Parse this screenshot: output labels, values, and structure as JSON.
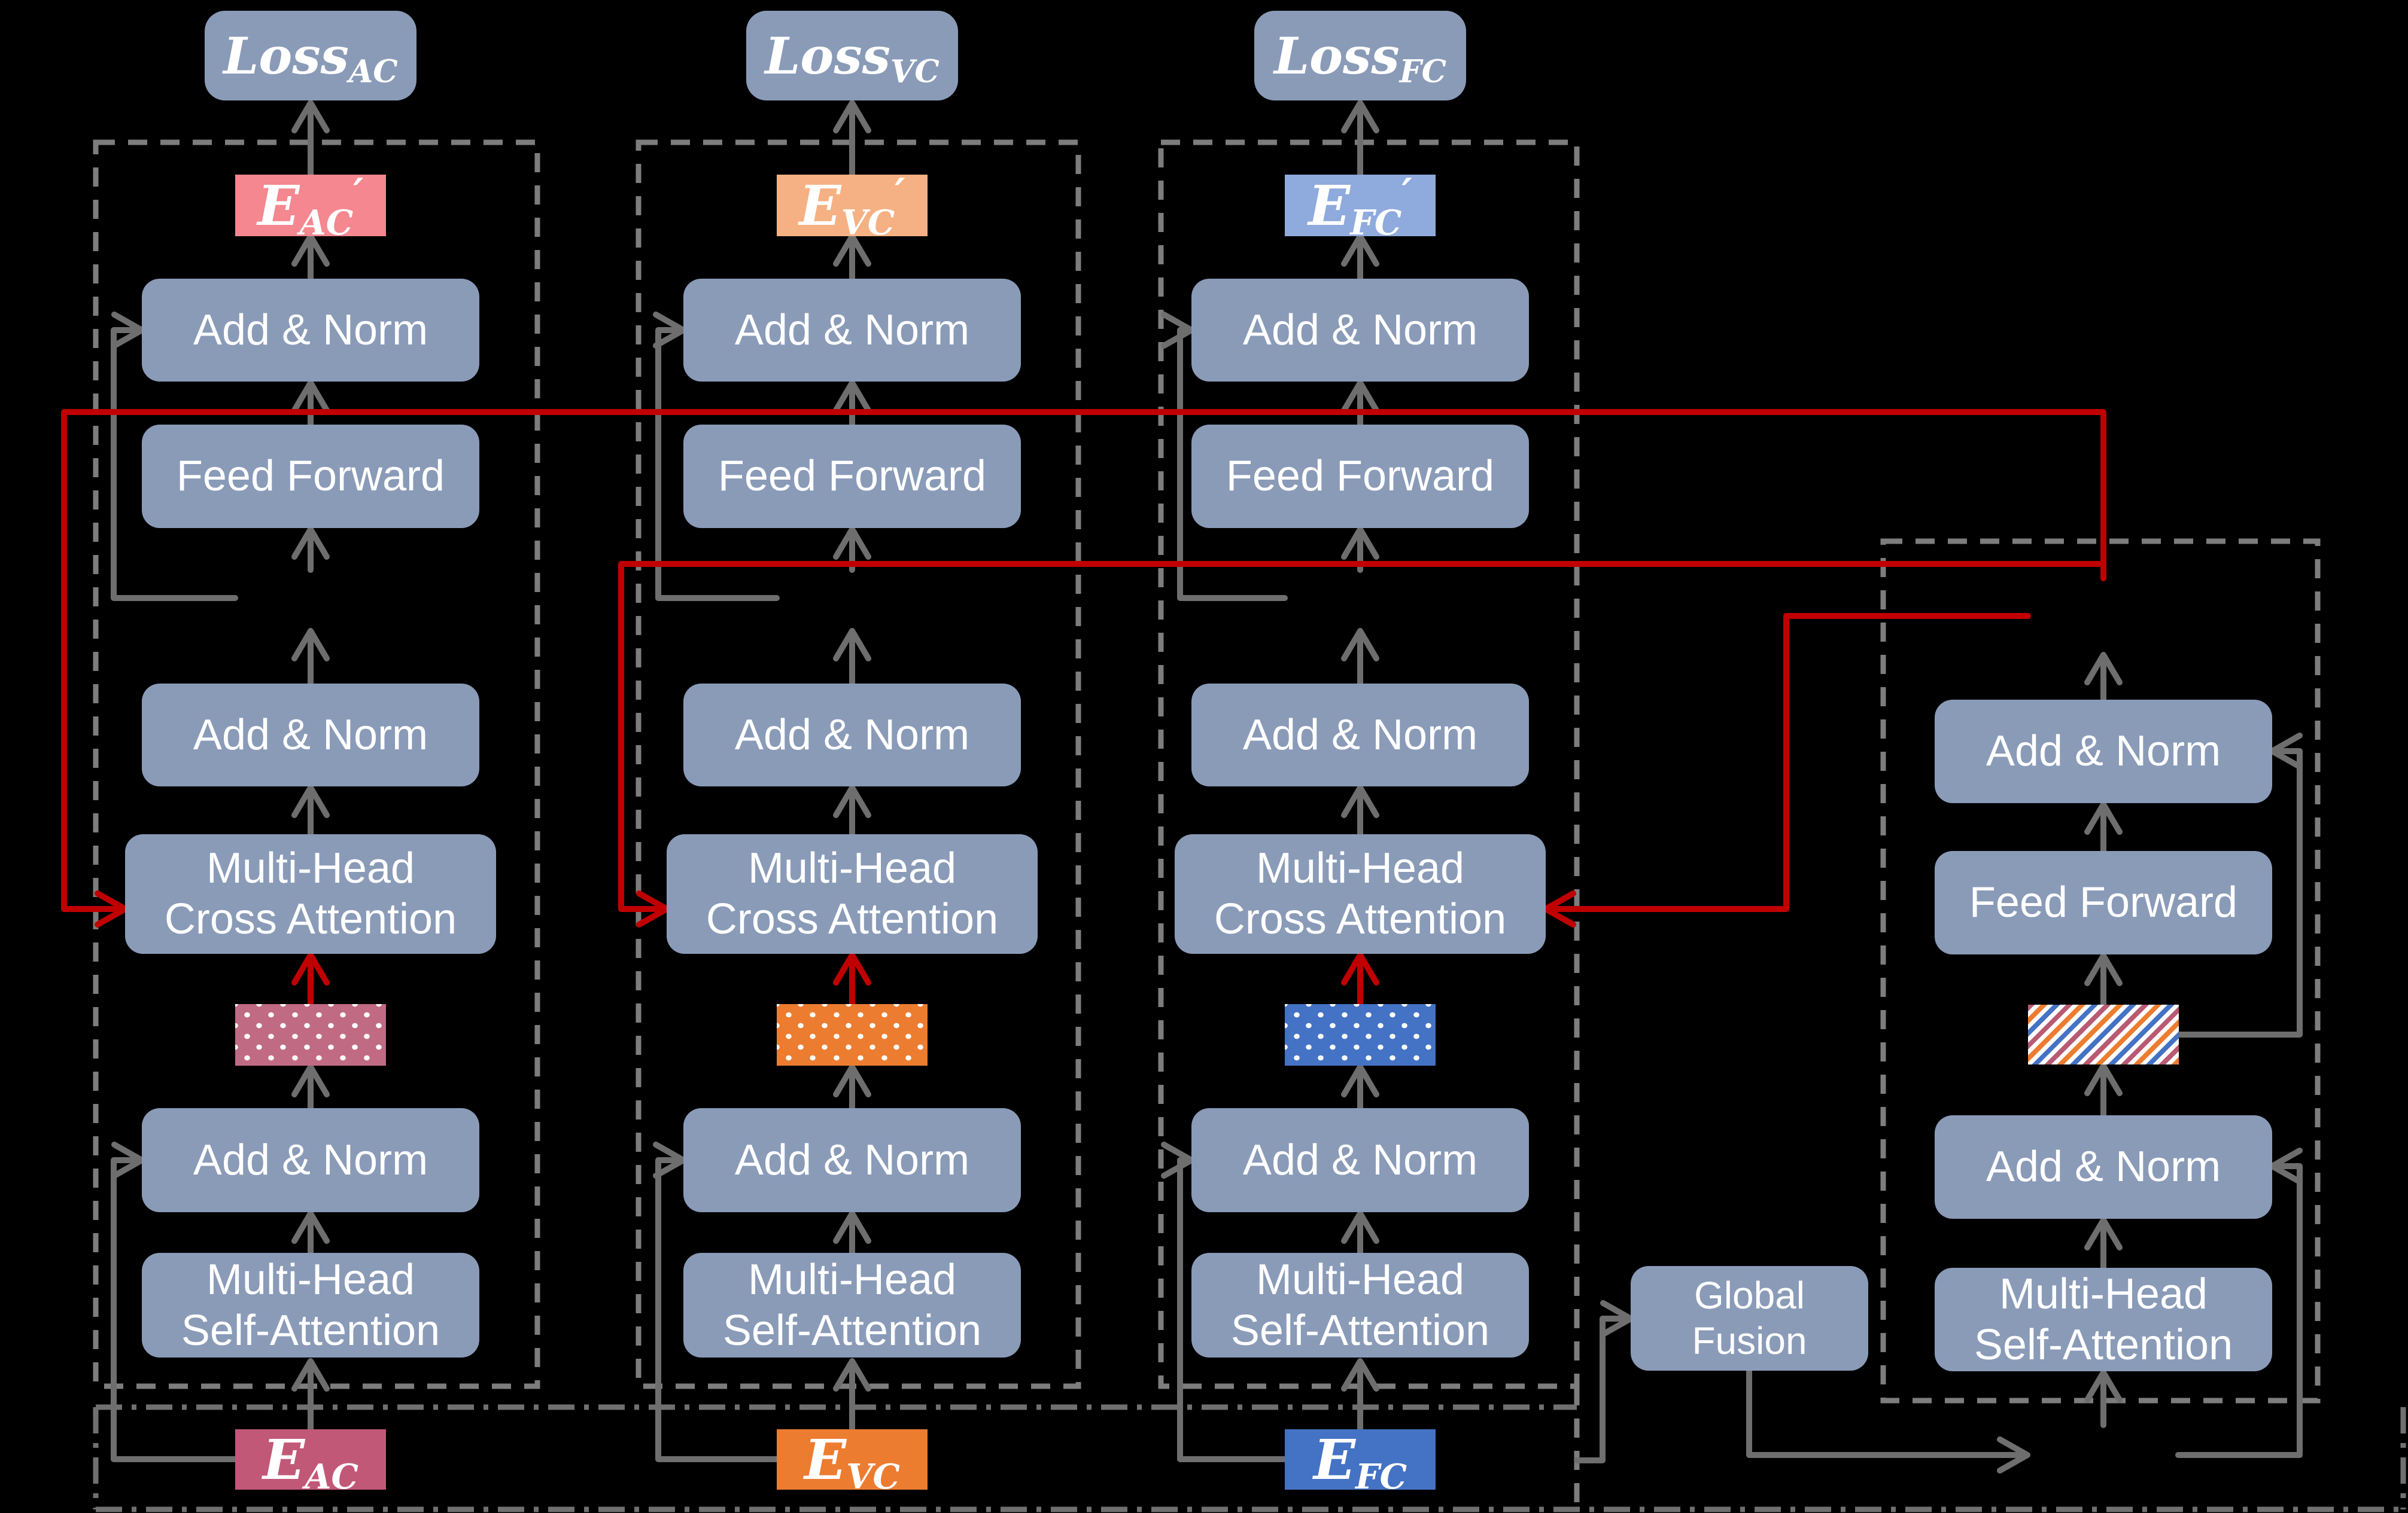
{
  "labels": {
    "loss": "Loss",
    "e": "E",
    "prime": "′",
    "add_norm": "Add & Norm",
    "feed_forward": "Feed Forward",
    "multi_head": "Multi-Head",
    "cross_attention": "Cross Attention",
    "self_attention": "Self-Attention",
    "global_line1": "Global",
    "global_line2": "Fusion"
  },
  "columns": [
    {
      "id": "ac",
      "sub": "AC"
    },
    {
      "id": "vc",
      "sub": "VC"
    },
    {
      "id": "fc",
      "sub": "FC"
    }
  ],
  "colors": {
    "module_box": "#8a9bb8",
    "module_text": "#ffffff",
    "ac_embedding": "#c25878",
    "ac_embedding_out": "#f4878f",
    "vc_embedding": "#ec7c30",
    "vc_embedding_out": "#f5b183",
    "fc_embedding": "#4472c4",
    "fc_embedding_out": "#8faadc",
    "cross_modal_arrow": "#c00000",
    "flow_arrow": "#6e6e6e",
    "dashed_border": "#7d7d7d",
    "background": "#000000"
  }
}
